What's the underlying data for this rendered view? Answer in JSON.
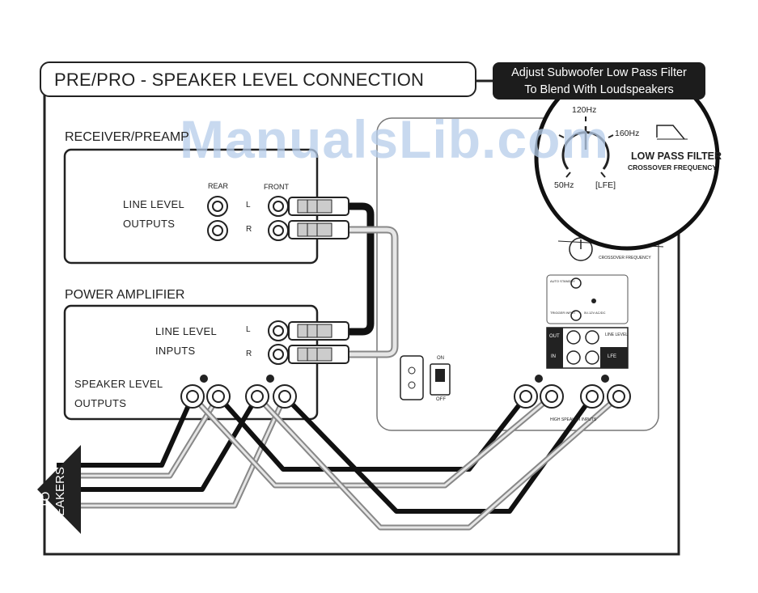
{
  "diagram": {
    "title": "PRE/PRO - SPEAKER LEVEL CONNECTION",
    "callout": {
      "line1": "Adjust Subwoofer Low Pass Filter",
      "line2": "To Blend With Loudspeakers"
    },
    "watermark": "ManualsLib.com",
    "receiver": {
      "label": "RECEIVER/PREAMP",
      "line_level_1": "LINE LEVEL",
      "line_level_2": "OUTPUTS",
      "rear": "REAR",
      "front": "FRONT",
      "l": "L",
      "r": "R"
    },
    "amplifier": {
      "label": "POWER AMPLIFIER",
      "line_level_1": "LINE LEVEL",
      "line_level_2": "INPUTS",
      "l": "L",
      "r": "R",
      "speaker_1": "SPEAKER LEVEL",
      "speaker_2": "OUTPUTS"
    },
    "dial": {
      "f120": "120Hz",
      "f160": "160Hz",
      "f50": "50Hz",
      "lfe": "[LFE]",
      "title": "LOW PASS FILTER",
      "subtitle": "CROSSOVER FREQUENCY"
    },
    "sub_panel": {
      "on": "ON",
      "off": "OFF",
      "out": "OUT",
      "in": "IN",
      "lfe": "LFE",
      "line_level": "LINE LEVEL",
      "auto_standby": "AUTO STANDBY",
      "trigger_input": "TRIGGER INPUT",
      "trigger_volts": "5V-12V AC/DC",
      "high_speaker_inputs": "HIGH SPEAKER INPUTS",
      "crossover_small": "CROSSOVER FREQUENCY"
    },
    "to_speakers_1": "TO",
    "to_speakers_2": "SPEAKERS"
  }
}
